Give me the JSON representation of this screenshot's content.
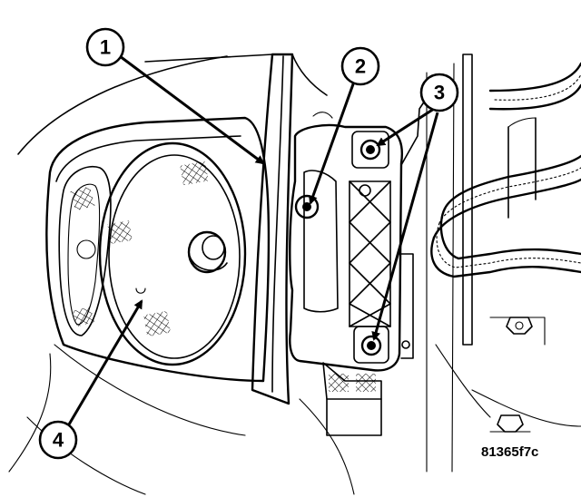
{
  "figure": {
    "id_label": "81365f7c"
  },
  "callouts": [
    {
      "number": "1"
    },
    {
      "number": "2"
    },
    {
      "number": "3"
    },
    {
      "number": "4"
    }
  ],
  "colors": {
    "line": "#000000",
    "background": "#ffffff"
  }
}
